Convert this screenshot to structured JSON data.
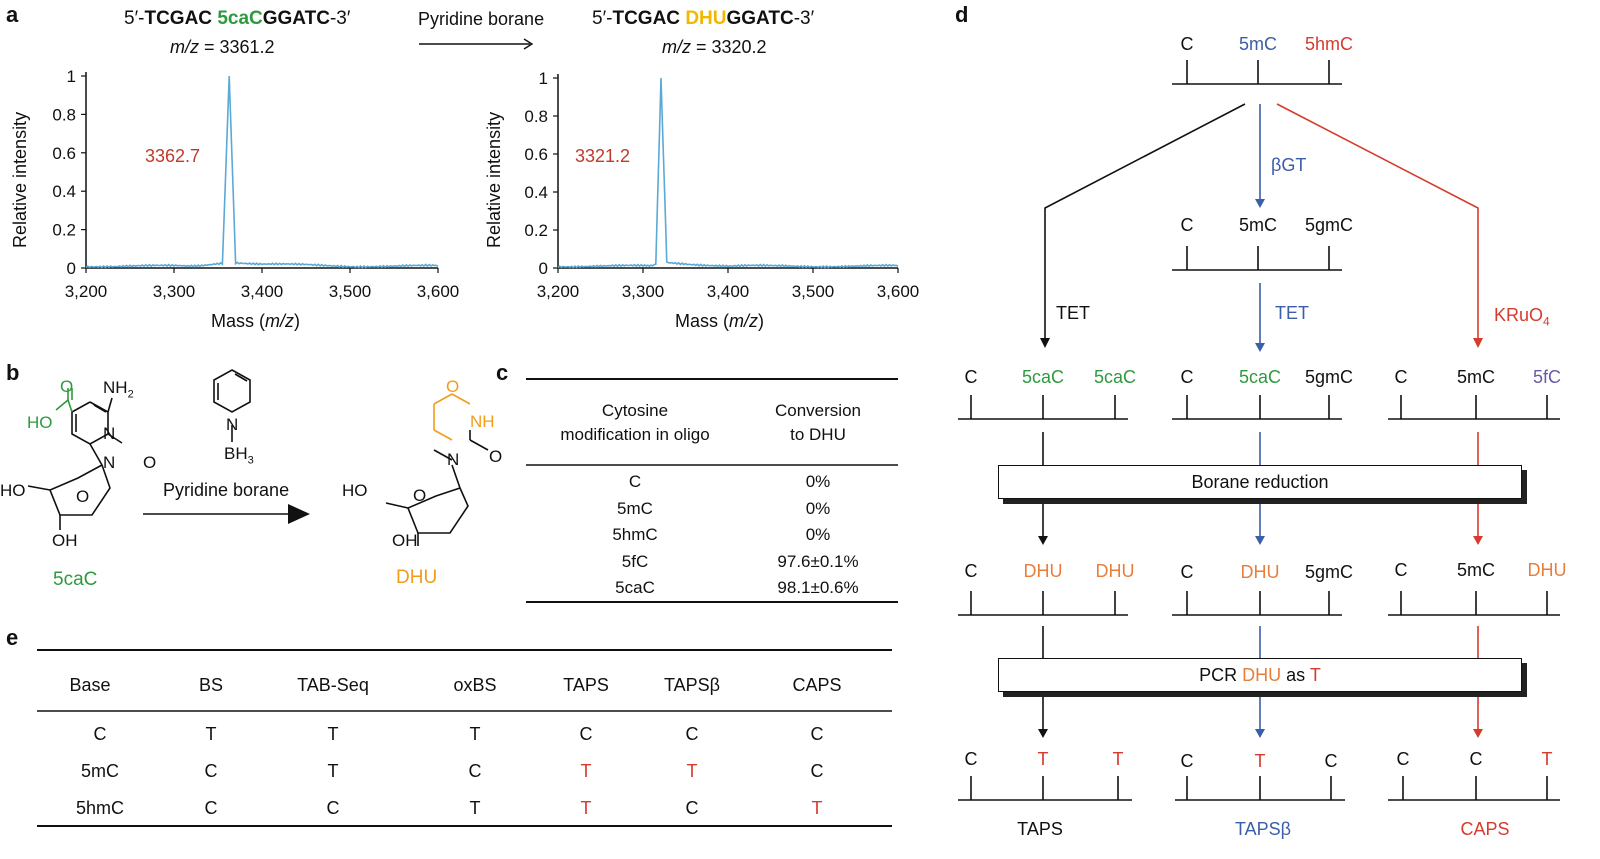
{
  "panel_a": {
    "letter": "a",
    "seq1": {
      "prefix": "5′-",
      "left": "TCGAC",
      "mod": "5caC",
      "right": "GGATC",
      "suffix": "-3′"
    },
    "seq2": {
      "prefix": "5′-",
      "left": "TCGAC",
      "mod": "DHU",
      "right": "GGATC",
      "suffix": "-3′"
    },
    "mz1": {
      "label": "m/z",
      "value": " = 3361.2"
    },
    "mz2": {
      "label": "m/z",
      "value": " = 3320.2"
    },
    "arrow_label": "Pyridine borane",
    "ylabel": "Relative intensity",
    "xlabel_prefix": "Mass (",
    "xlabel_unit": "m/z",
    "xlabel_suffix": ")",
    "peak1_label": "3362.7",
    "peak2_label": "3321.2",
    "yticks": [
      "0",
      "0.2",
      "0.4",
      "0.6",
      "0.8",
      "1"
    ],
    "xticks": [
      "3,200",
      "3,300",
      "3,400",
      "3,500",
      "3,600"
    ]
  },
  "chart_data": [
    {
      "type": "line",
      "title": "",
      "xlabel": "Mass (m/z)",
      "ylabel": "Relative intensity",
      "xlim": [
        3200,
        3600
      ],
      "ylim": [
        0,
        1
      ],
      "series": [
        {
          "name": "",
          "color": "#5aa9d6",
          "x": [
            3200,
            3300,
            3355,
            3362.7,
            3370,
            3400,
            3500,
            3600
          ],
          "y": [
            0.01,
            0.01,
            0.02,
            1.0,
            0.03,
            0.02,
            0.01,
            0.01
          ]
        }
      ],
      "annotations": [
        "3362.7"
      ]
    },
    {
      "type": "line",
      "title": "",
      "xlabel": "Mass (m/z)",
      "ylabel": "Relative intensity",
      "xlim": [
        3200,
        3600
      ],
      "ylim": [
        0,
        1
      ],
      "series": [
        {
          "name": "",
          "color": "#5aa9d6",
          "x": [
            3200,
            3300,
            3315,
            3321.2,
            3328,
            3400,
            3500,
            3600
          ],
          "y": [
            0.01,
            0.01,
            0.02,
            1.0,
            0.03,
            0.01,
            0.01,
            0.01
          ]
        }
      ],
      "annotations": [
        "3321.2"
      ]
    }
  ],
  "panel_b": {
    "letter": "b",
    "reagent": "Pyridine borane",
    "left_name": "5caC",
    "right_name": "DHU",
    "atoms": {
      "nh2": "NH",
      "nh2_sub": "2",
      "ho_acid": "HO",
      "o_acid": "O",
      "n1": "N",
      "n3": "N",
      "o2": "O",
      "ho5": "HO",
      "ring_o": "O",
      "oh3": "OH",
      "py_n": "N",
      "bh3": "BH",
      "bh3_sub": "3",
      "d_o4": "O",
      "d_nh": "NH",
      "d_n": "N",
      "d_o2": "O",
      "d_ho5": "HO",
      "d_ring_o": "O",
      "d_oh3": "OH"
    }
  },
  "panel_c": {
    "letter": "c",
    "headers": [
      "Cytosine\nmodification in oligo",
      "Conversion\nto DHU"
    ],
    "rows": [
      [
        "C",
        "0%"
      ],
      [
        "5mC",
        "0%"
      ],
      [
        "5hmC",
        "0%"
      ],
      [
        "5fC",
        "97.6±0.1%"
      ],
      [
        "5caC",
        "98.1±0.6%"
      ]
    ]
  },
  "panel_e": {
    "letter": "e",
    "headers": [
      "Base",
      "BS",
      "TAB-Seq",
      "oxBS",
      "TAPS",
      "TAPSβ",
      "CAPS"
    ],
    "rows": [
      [
        "C",
        "T",
        "T",
        "T",
        "C",
        "C",
        "C"
      ],
      [
        "5mC",
        "C",
        "T",
        "C",
        "T",
        "T",
        "C"
      ],
      [
        "5hmC",
        "C",
        "C",
        "T",
        "T",
        "C",
        "T"
      ]
    ],
    "highlight_color": "#d63b2e"
  },
  "panel_d": {
    "letter": "d",
    "top": [
      "C",
      "5mC",
      "5hmC"
    ],
    "bgt": "βGT",
    "mid1": [
      "C",
      "5mC",
      "5gmC"
    ],
    "tet_left": "TET",
    "tet_mid": "TET",
    "kruo4": "KRuO",
    "kruo4_sub": "4",
    "row3_left": [
      "C",
      "5caC",
      "5caC"
    ],
    "row3_mid": [
      "C",
      "5caC",
      "5gmC"
    ],
    "row3_right": [
      "C",
      "5mC",
      "5fC"
    ],
    "borane_box": "Borane reduction",
    "row4_left": [
      "C",
      "DHU",
      "DHU"
    ],
    "row4_mid": [
      "C",
      "DHU",
      "5gmC"
    ],
    "row4_right": [
      "C",
      "5mC",
      "DHU"
    ],
    "pcr_box": {
      "a": "PCR ",
      "b": "DHU",
      "c": " as ",
      "d": "T"
    },
    "row5_left": [
      "C",
      "T",
      "T"
    ],
    "row5_mid": [
      "C",
      "T",
      "C"
    ],
    "row5_right": [
      "C",
      "C",
      "T"
    ],
    "methods": [
      "TAPS",
      "TAPSβ",
      "CAPS"
    ],
    "colors": {
      "black": "#111111",
      "blue": "#3b5ea8",
      "red": "#d63b2e"
    }
  }
}
